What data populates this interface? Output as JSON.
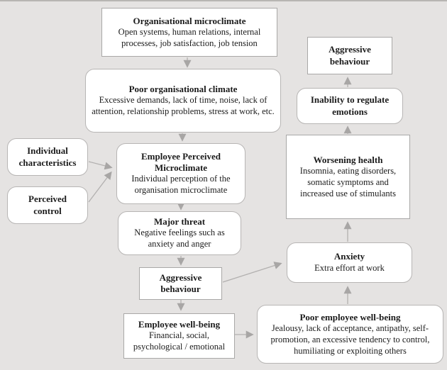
{
  "diagram": {
    "background_color": "#e5e3e2",
    "box_fill_color": "#ffffff",
    "box_border_color": "#a9a8a7",
    "arrow_color": "#b2b0af",
    "nodes": {
      "org_microclimate": {
        "title": "Organisational microclimate",
        "body": "Open systems, human relations, internal processes, job satisfaction, job tension"
      },
      "poor_org_climate": {
        "title": "Poor organisational climate",
        "body": "Excessive demands, lack of time, noise, lack of attention, relationship problems, stress at work, etc."
      },
      "individual_characteristics": {
        "title": "Individual characteristics",
        "body": ""
      },
      "perceived_control": {
        "title": "Perceived control",
        "body": ""
      },
      "employee_perceived_microclimate": {
        "title": "Employee Perceived Microclimate",
        "body": "Individual perception of the organisation microclimate"
      },
      "major_threat": {
        "title": "Major threat",
        "body": "Negative feelings such as anxiety and anger"
      },
      "aggressive_behaviour_mid": {
        "title": "Aggressive behaviour",
        "body": ""
      },
      "employee_wellbeing": {
        "title": "Employee well-being",
        "body": "Financial, social, psychological / emotional"
      },
      "poor_employee_wellbeing": {
        "title": "Poor employee well-being",
        "body": "Jealousy, lack of acceptance, antipathy, self-promotion, an excessive tendency to control, humiliating or exploiting others"
      },
      "anxiety": {
        "title": "Anxiety",
        "body": "Extra effort at work"
      },
      "worsening_health": {
        "title": "Worsening health",
        "body": "Insomnia, eating disorders, somatic symptoms and increased use of stimulants"
      },
      "inability_to_regulate_emotions": {
        "title": "Inability to regulate emotions",
        "body": ""
      },
      "aggressive_behaviour_top": {
        "title": "Aggressive behaviour",
        "body": ""
      }
    },
    "edges": [
      {
        "from": "org_microclimate",
        "to": "poor_org_climate"
      },
      {
        "from": "poor_org_climate",
        "to": "employee_perceived_microclimate"
      },
      {
        "from": "individual_characteristics",
        "to": "employee_perceived_microclimate"
      },
      {
        "from": "perceived_control",
        "to": "employee_perceived_microclimate"
      },
      {
        "from": "employee_perceived_microclimate",
        "to": "major_threat"
      },
      {
        "from": "major_threat",
        "to": "aggressive_behaviour_mid"
      },
      {
        "from": "aggressive_behaviour_mid",
        "to": "employee_wellbeing"
      },
      {
        "from": "aggressive_behaviour_mid",
        "to": "anxiety"
      },
      {
        "from": "employee_wellbeing",
        "to": "poor_employee_wellbeing"
      },
      {
        "from": "poor_employee_wellbeing",
        "to": "anxiety"
      },
      {
        "from": "anxiety",
        "to": "worsening_health"
      },
      {
        "from": "worsening_health",
        "to": "inability_to_regulate_emotions"
      },
      {
        "from": "inability_to_regulate_emotions",
        "to": "aggressive_behaviour_top"
      }
    ]
  }
}
